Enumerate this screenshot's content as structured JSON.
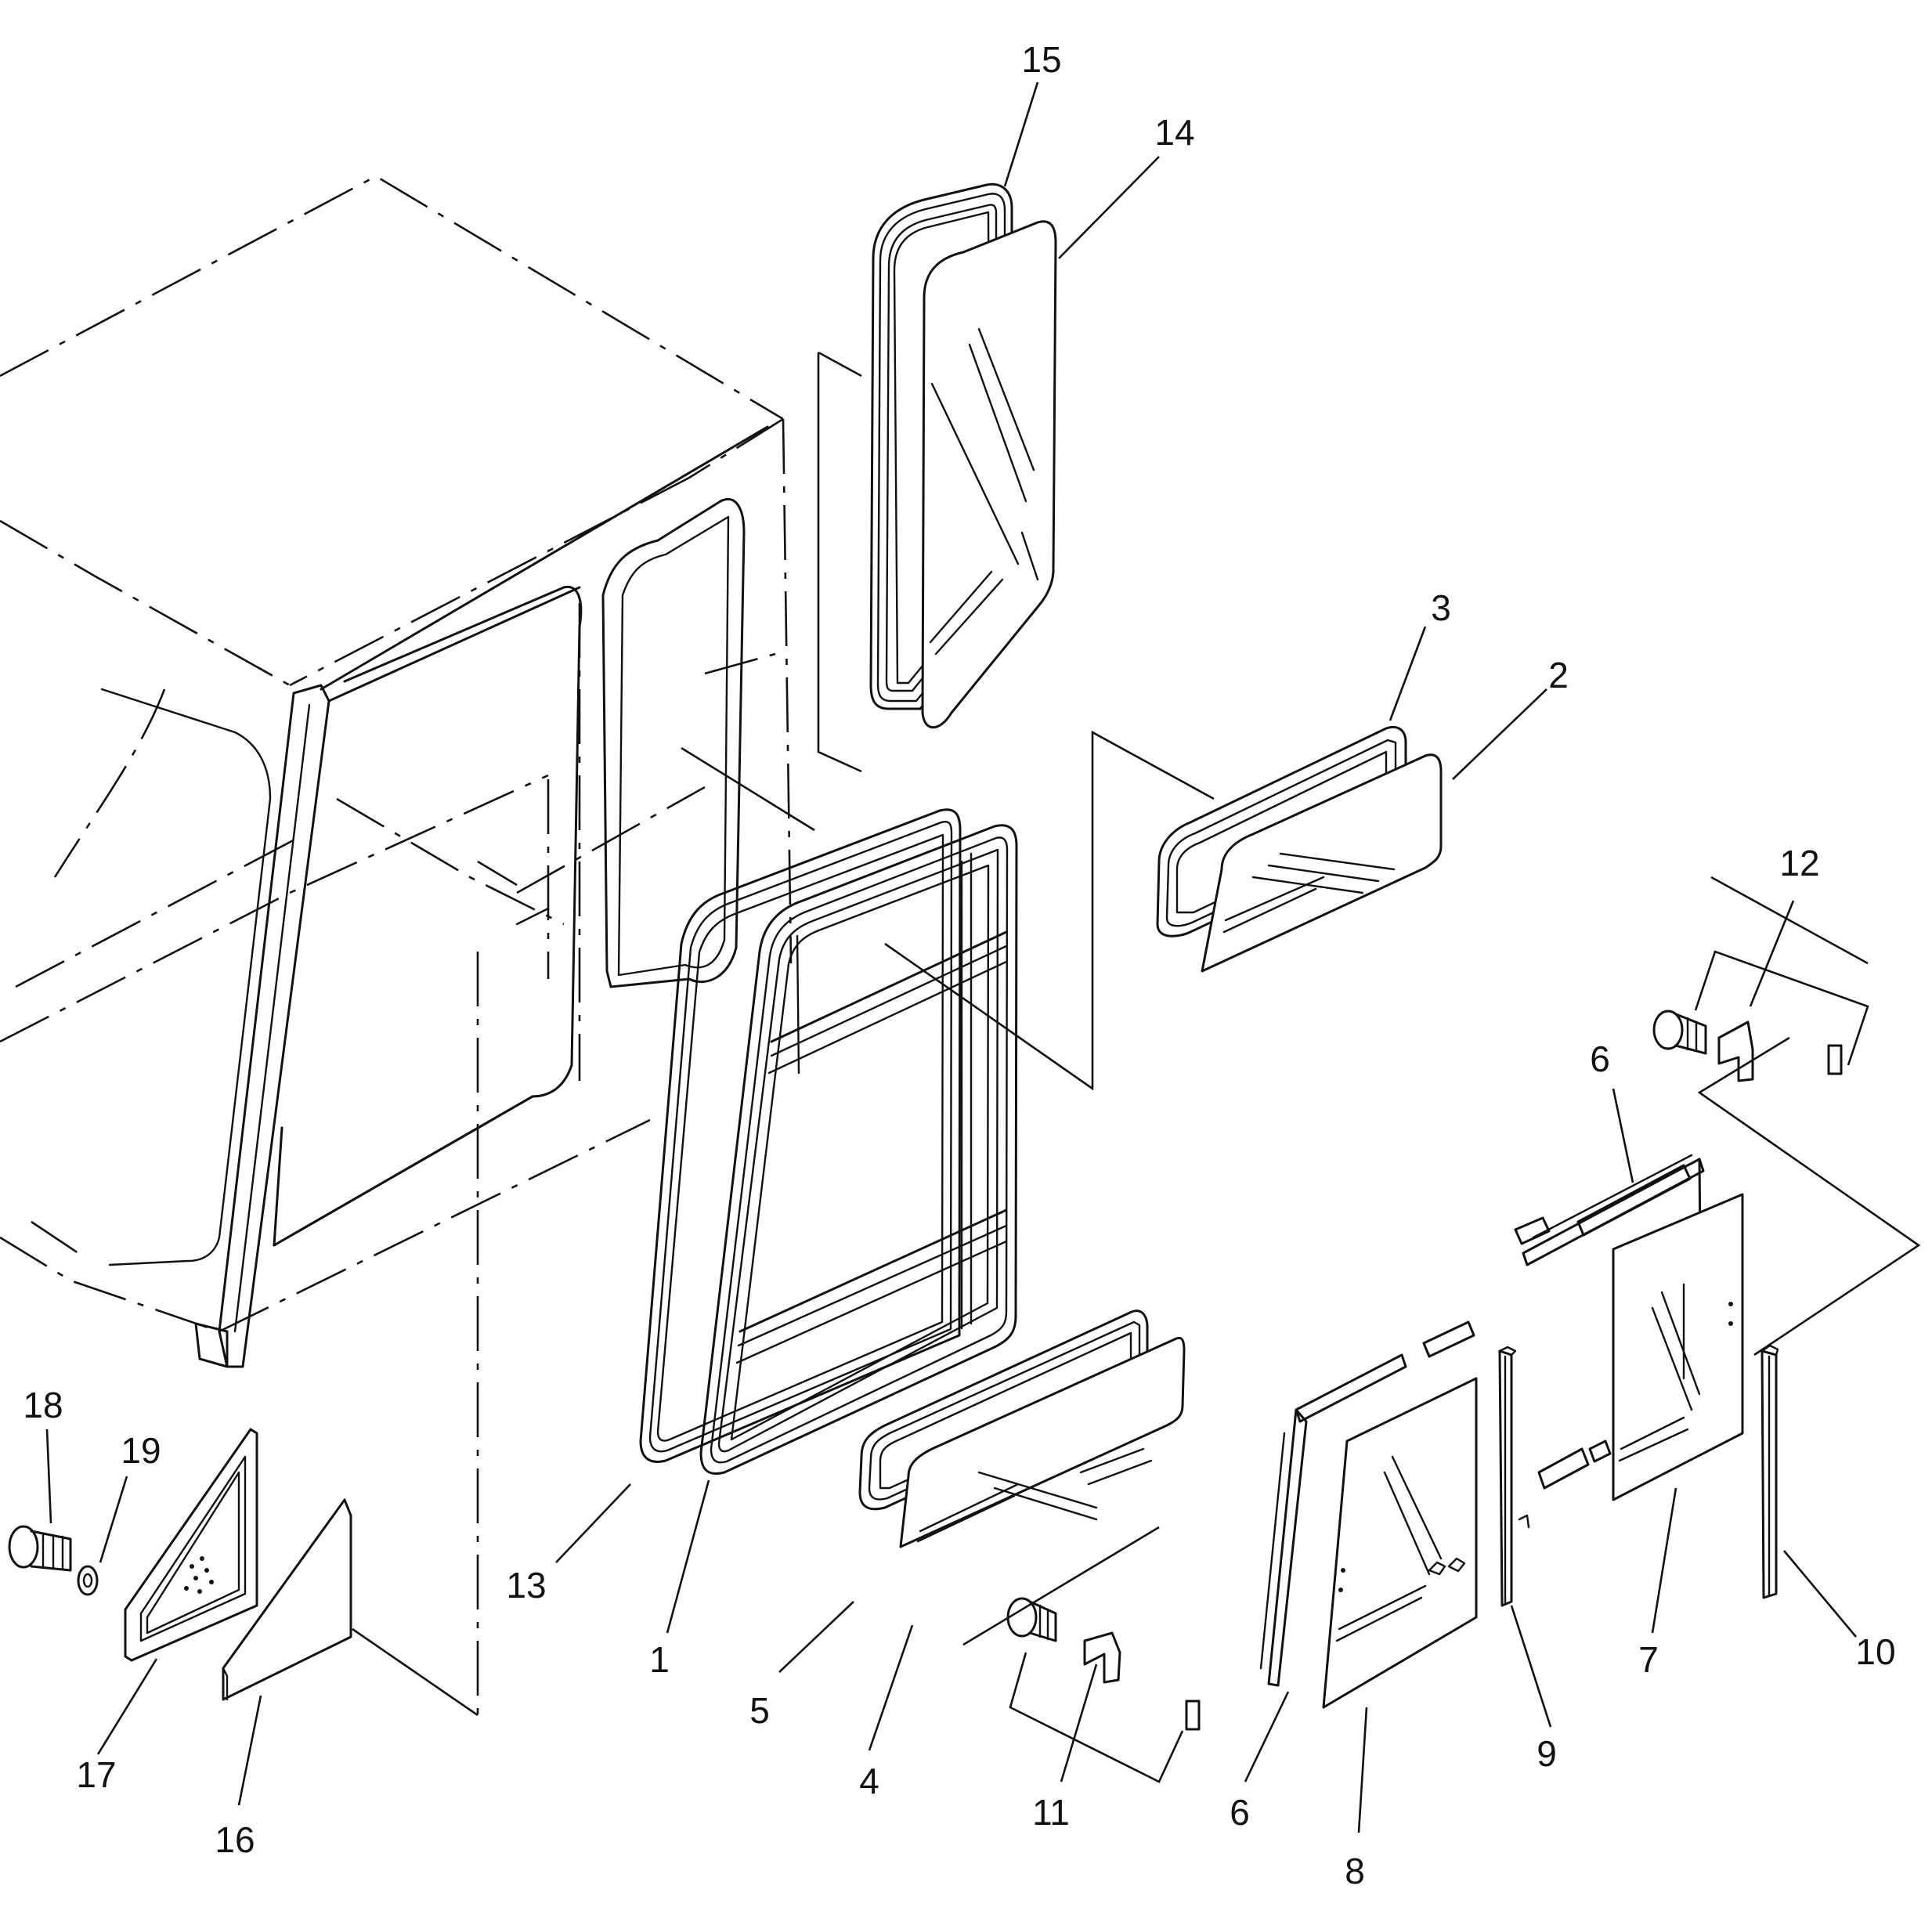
{
  "diagram": {
    "background": "#ffffff",
    "ink": "#111111",
    "callouts": [
      "15",
      "14",
      "3",
      "2",
      "12",
      "6",
      "13",
      "1",
      "5",
      "4",
      "11",
      "6",
      "8",
      "9",
      "7",
      "10",
      "18",
      "19",
      "17",
      "16"
    ]
  }
}
